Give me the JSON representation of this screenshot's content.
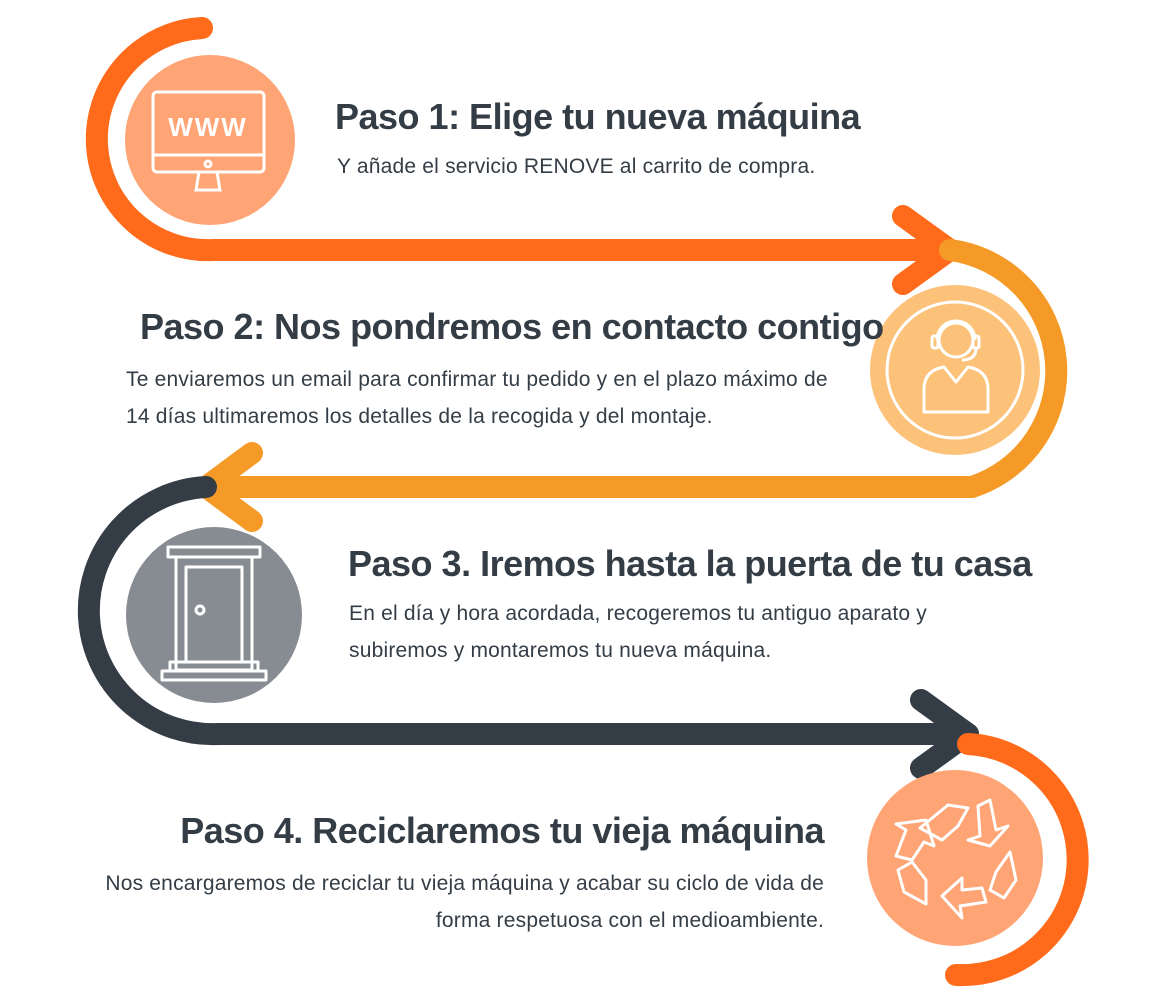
{
  "colors": {
    "orange": "#ff6b1a",
    "amber": "#f59a27",
    "dark": "#343d46",
    "peach": "#ffa474",
    "light_amber": "#fcc27a",
    "gray": "#878c92",
    "text": "#343d46"
  },
  "steps": [
    {
      "title": "Paso 1: Elige tu nueva máquina",
      "text": "Y añade el servicio RENOVE al carrito de compra.",
      "icon": "monitor-www-icon",
      "icon_label": "WWW"
    },
    {
      "title": "Paso 2: Nos pondremos en contacto contigo",
      "text": "Te enviaremos un email para confirmar tu pedido y en el plazo máximo de 14 días ultimaremos los detalles de la recogida y del montaje.",
      "icon": "headset-agent-icon"
    },
    {
      "title": "Paso 3. Iremos hasta la puerta de tu casa",
      "text": "En el día y hora acordada, recogeremos tu antiguo aparato y subiremos y montaremos tu nueva máquina.",
      "icon": "door-icon"
    },
    {
      "title": "Paso 4. Reciclaremos tu vieja máquina",
      "text": "Nos encargaremos de reciclar tu vieja máquina y acabar su ciclo de vida de forma respetuosa con el medioambiente.",
      "icon": "recycle-icon"
    }
  ]
}
